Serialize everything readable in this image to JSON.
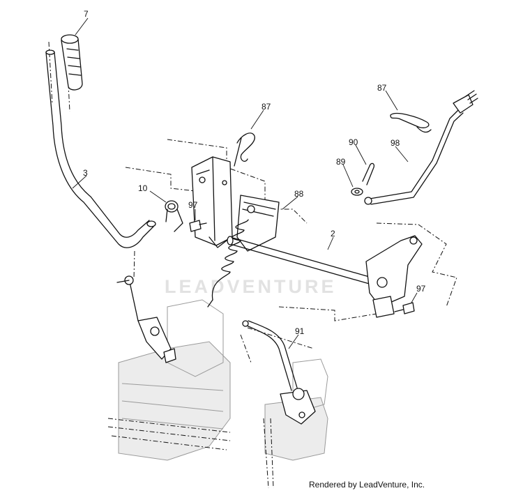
{
  "watermark": "LEADVENTURE",
  "credit": "Rendered by LeadVenture, Inc.",
  "callouts": {
    "c7": "7",
    "c3": "3",
    "c87a": "87",
    "c87b": "87",
    "c10": "10",
    "c97a": "97",
    "c88": "88",
    "c2": "2",
    "c90": "90",
    "c89": "89",
    "c98": "98",
    "c97b": "97",
    "c91": "91"
  }
}
